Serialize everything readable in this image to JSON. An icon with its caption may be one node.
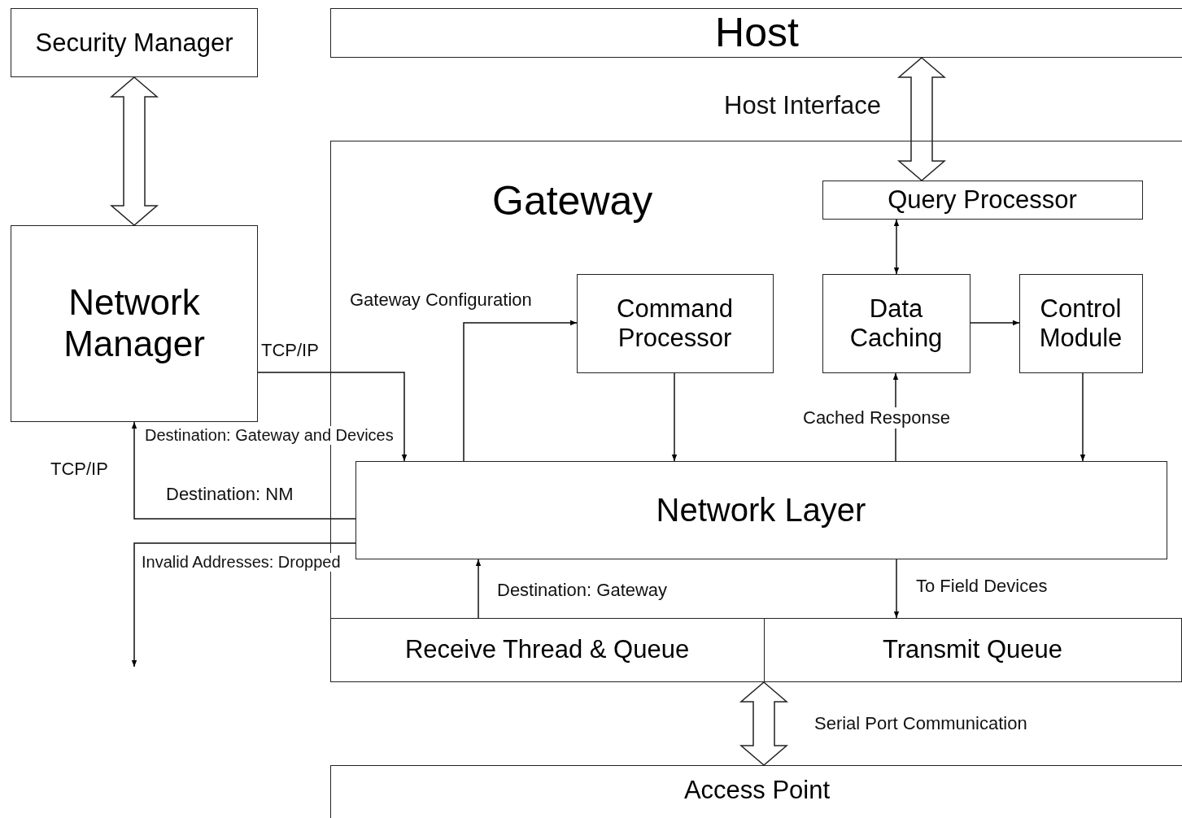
{
  "diagram": {
    "nodes": [
      {
        "text": [
          "Security Manager"
        ]
      },
      {
        "text": [
          "Host"
        ]
      },
      {
        "text": [
          "Gateway"
        ]
      },
      {
        "text": [
          "Network Manager"
        ]
      },
      {
        "text": [
          "Query Processor"
        ],
        "in": 2
      },
      {
        "text": [
          "Command Processor"
        ],
        "in": 2
      },
      {
        "text": [
          "Data Caching"
        ],
        "in": 2
      },
      {
        "text": [
          "Control Module"
        ],
        "in": 2
      },
      {
        "text": [
          "Network Layer"
        ],
        "in": 2
      },
      {
        "text": [
          "Receive Thread & Queue"
        ],
        "in": 2
      },
      {
        "text": [
          "Transmit Queue"
        ],
        "in": 2
      },
      {
        "text": [
          "Access Point"
        ]
      }
    ],
    "edges": [
      {
        "from": 0,
        "to": 3,
        "arrow": "both",
        "style": "thick"
      },
      {
        "from": 1,
        "to": 4,
        "arrow": "both",
        "style": "thick",
        "label": "Host Interface"
      },
      {
        "from": 4,
        "to": 6,
        "arrow": "both"
      },
      {
        "from": 6,
        "to": 7,
        "arrow": "to"
      },
      {
        "from": 3,
        "to": 8,
        "arrow": "to",
        "label": "TCP/IP"
      },
      {
        "from": 8,
        "to": 5,
        "arrow": "to",
        "label": "Gateway Configuration"
      },
      {
        "from": 5,
        "to": 8,
        "arrow": "to"
      },
      {
        "from": 8,
        "to": 6,
        "arrow": "to",
        "label": "Cached Response"
      },
      {
        "from": 7,
        "to": 8,
        "arrow": "to"
      },
      {
        "from": 8,
        "to": 3,
        "arrow": "to",
        "label": "Destination: NM"
      },
      {
        "from": 8,
        "to": null,
        "arrow": "to",
        "label": "Invalid Addresses: Dropped"
      },
      {
        "from": 9,
        "to": 8,
        "arrow": "to",
        "label": "Destination: Gateway"
      },
      {
        "from": 8,
        "to": 10,
        "arrow": "to",
        "label": "To Field Devices"
      },
      {
        "from": 2,
        "to": 11,
        "arrow": "both",
        "style": "thick",
        "label": "Serial Port Communication"
      }
    ],
    "labels": [
      "Destination: Gateway and Devices",
      "TCP/IP"
    ]
  }
}
